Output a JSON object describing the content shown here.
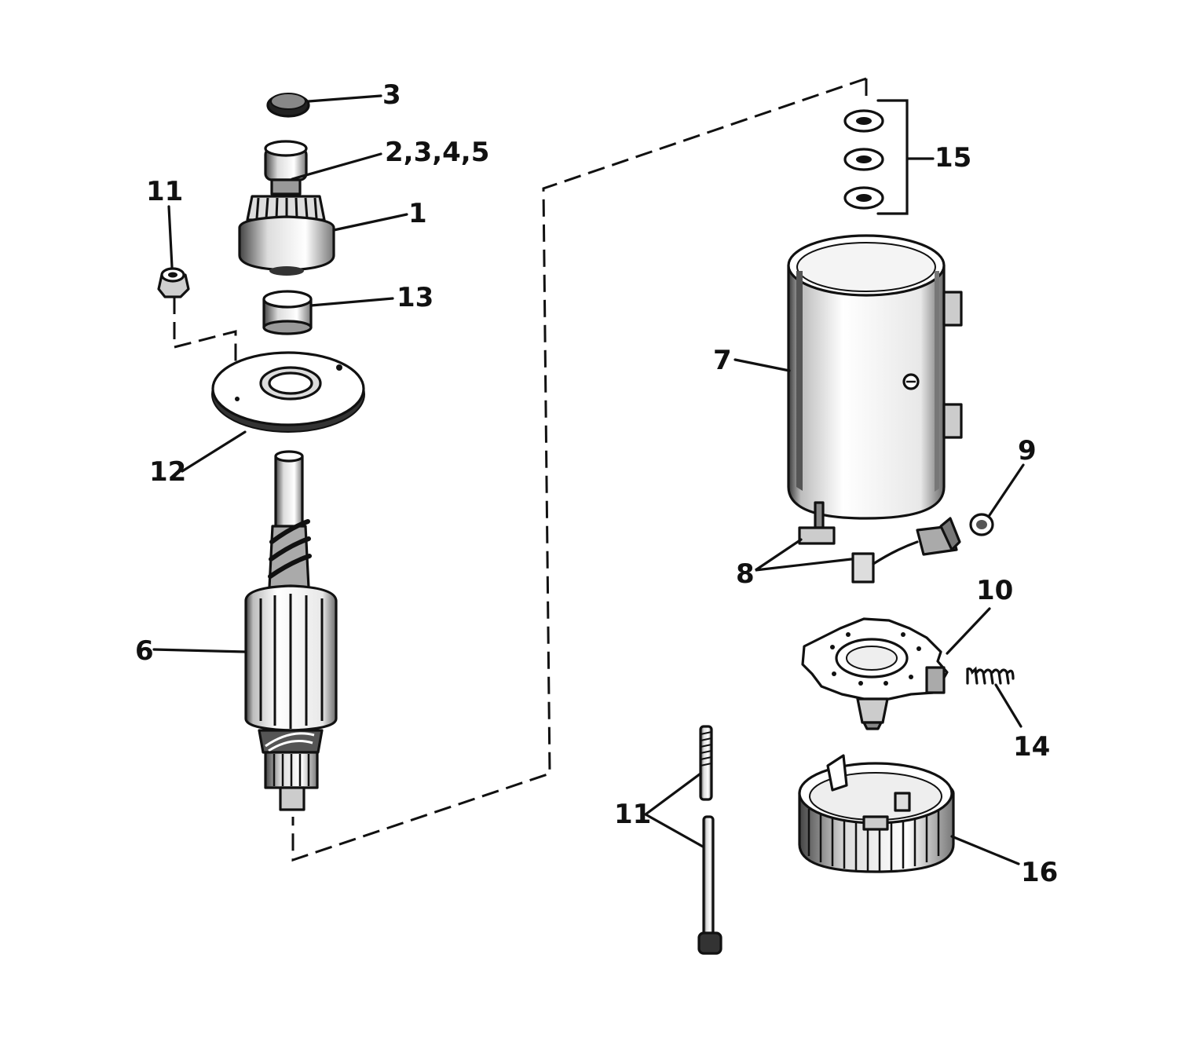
{
  "diagram": {
    "colors": {
      "ink": "#111111",
      "paper": "#ffffff",
      "shade": "#555555"
    },
    "callouts": {
      "c1": "1",
      "c2345": "2,3,4,5",
      "c3": "3",
      "c6": "6",
      "c7": "7",
      "c8": "8",
      "c9": "9",
      "c10": "10",
      "c11a": "11",
      "c11b": "11",
      "c12": "12",
      "c13": "13",
      "c14": "14",
      "c15": "15",
      "c16": "16"
    }
  }
}
